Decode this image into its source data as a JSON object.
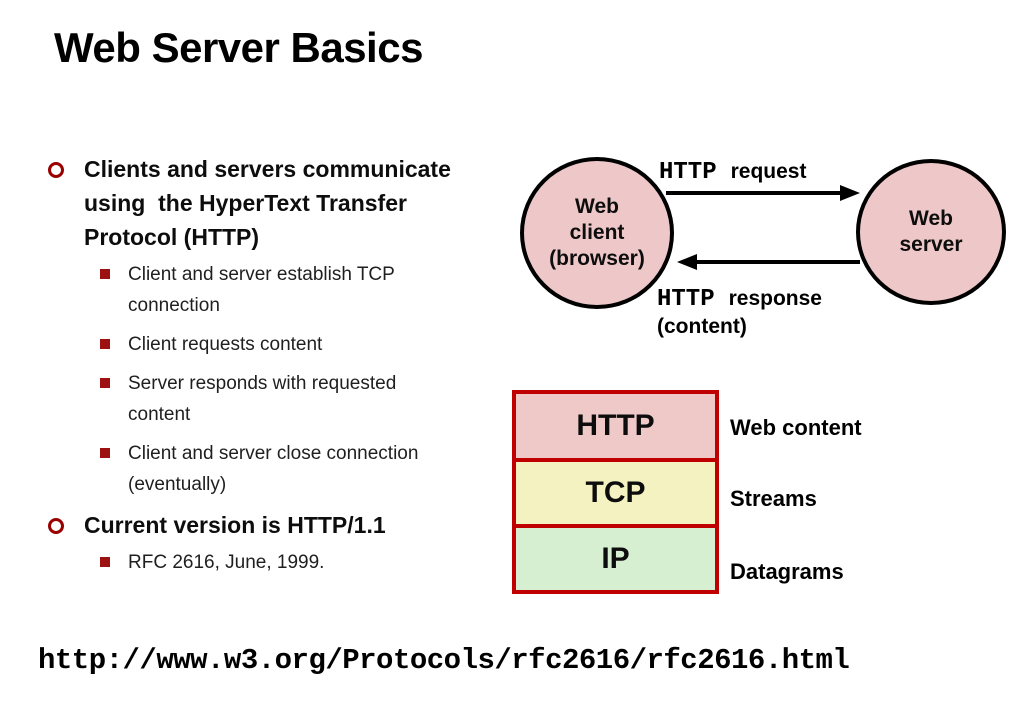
{
  "title": "Web Server Basics",
  "bullets": [
    {
      "text": "Clients and servers communicate\nusing  the HyperText Transfer\nProtocol (HTTP)",
      "subitems": [
        "Client and server establish TCP\nconnection",
        "Client requests content",
        "Server responds with requested\ncontent",
        "Client and server close connection\n(eventually)"
      ]
    },
    {
      "text": "Current version is HTTP/1.1",
      "subitems": [
        "RFC 2616, June, 1999."
      ]
    }
  ],
  "diagram": {
    "client_label": "Web\nclient\n(browser)",
    "server_label": "Web\nserver",
    "request": {
      "protocol": "HTTP",
      "label": "request"
    },
    "response": {
      "protocol": "HTTP",
      "label": "response",
      "note": "(content)"
    }
  },
  "stack": {
    "layers": [
      {
        "name": "HTTP",
        "description": "Web content",
        "fill": "#efc8c8"
      },
      {
        "name": "TCP",
        "description": "Streams",
        "fill": "#f5f2c1"
      },
      {
        "name": "IP",
        "description": "Datagrams",
        "fill": "#d6efd0"
      }
    ],
    "border_color": "#c00000"
  },
  "footer_url": "http://www.w3.org/Protocols/rfc2616/rfc2616.html",
  "colors": {
    "bullet_red": "#990000",
    "node_fill": "#eec8c9",
    "node_border": "#000000",
    "stack_border": "#c00000"
  }
}
